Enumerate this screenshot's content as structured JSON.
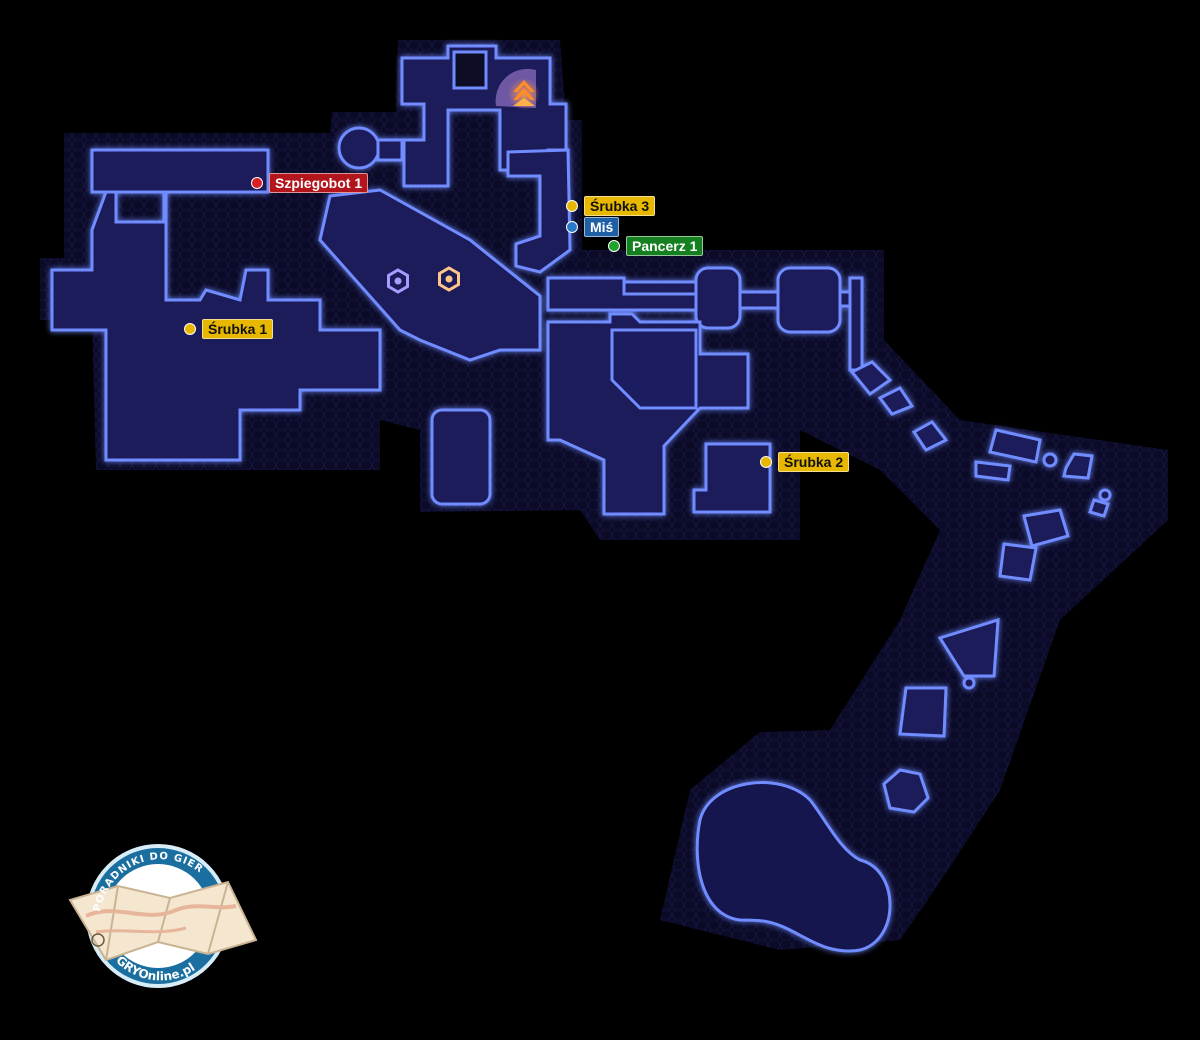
{
  "map": {
    "colors": {
      "background": "#000000",
      "room_fill": "#141448",
      "room_glow": "#5a7cff",
      "room_edge": "#7fa0ff",
      "outer_field": "#0c0c2a"
    },
    "markers": [
      {
        "id": "szpiegobot-1",
        "label": "Szpiegobot 1",
        "color": "#d81f26",
        "category": "red"
      },
      {
        "id": "srubka-3",
        "label": "Śrubka 3",
        "color": "#e8b800",
        "category": "yellow"
      },
      {
        "id": "mis",
        "label": "Miś",
        "color": "#2a78c8",
        "category": "blue"
      },
      {
        "id": "pancerz-1",
        "label": "Pancerz 1",
        "color": "#1fa32a",
        "category": "green"
      },
      {
        "id": "srubka-1",
        "label": "Śrubka 1",
        "color": "#e8b800",
        "category": "yellow"
      },
      {
        "id": "srubka-2",
        "label": "Śrubka 2",
        "color": "#e8b800",
        "category": "yellow"
      }
    ],
    "icons": [
      "checkpoint-icon-violet",
      "checkpoint-icon-orange",
      "exit-arrow-icon"
    ]
  },
  "logo": {
    "top_text": "PORADNIKI DO GIER",
    "bottom_text": "GRYOnline.pl"
  }
}
